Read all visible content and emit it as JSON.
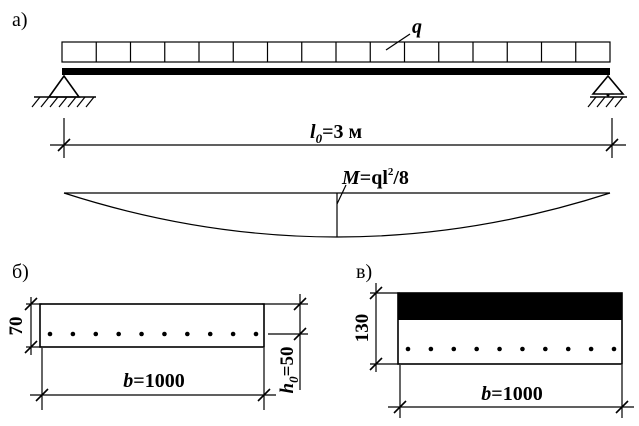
{
  "labels": {
    "part_a": "а)",
    "part_b": "б)",
    "part_v": "в)"
  },
  "beam": {
    "load_label": "q",
    "span_label": "l",
    "span_sub": "0",
    "span_value": "=3 м",
    "moment_lhs": "M",
    "moment_rhs": "=ql",
    "moment_sup": "2",
    "moment_tail": "/8"
  },
  "section_b": {
    "height": "70",
    "h0_label": "h",
    "h0_sub": "0",
    "h0_value": "=50",
    "width_label": "b",
    "width_value": "=1000"
  },
  "section_v": {
    "height": "130",
    "width_label": "b",
    "width_value": "=1000"
  }
}
